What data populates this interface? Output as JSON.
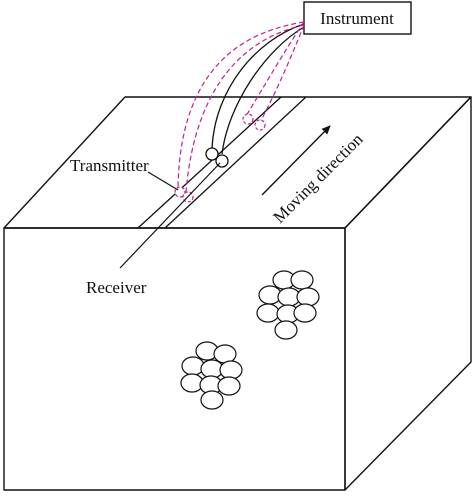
{
  "labels": {
    "instrument": "Instrument",
    "transmitter": "Transmitter",
    "receiver": "Receiver",
    "moving_direction": "Moving direction"
  },
  "colors": {
    "ink": "#111111",
    "cable_dashed": "#c0208f",
    "background": "#ffffff"
  }
}
